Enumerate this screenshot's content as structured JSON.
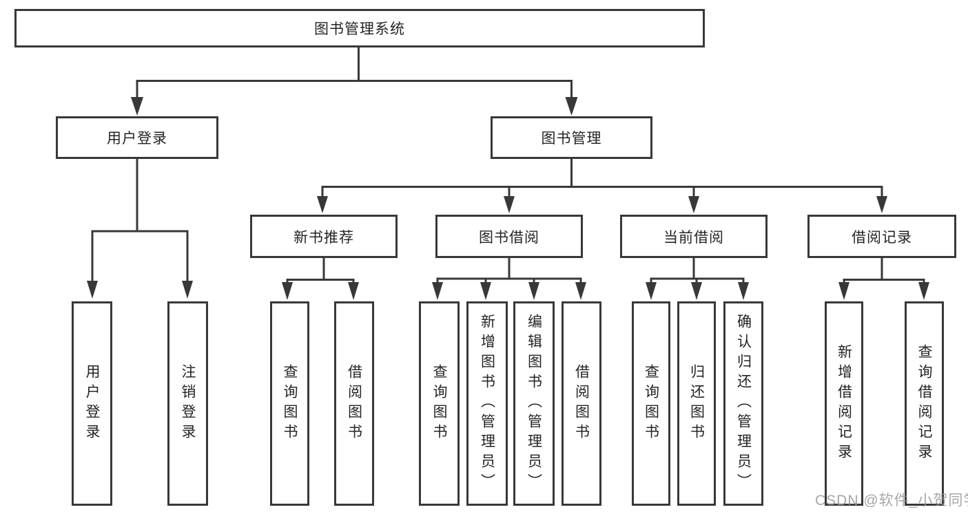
{
  "title": "图书管理系统",
  "watermark": "CSDN @软件_小贺同学",
  "colors": {
    "line": "#383838",
    "box_border": "#383838",
    "box_bg": "#ffffff",
    "text": "#242424",
    "watermark": "#96969b"
  },
  "nodes": {
    "root": {
      "label": "图书管理系统"
    },
    "user_login": {
      "label": "用户登录"
    },
    "book_mgmt": {
      "label": "图书管理"
    },
    "new_book_rec": {
      "label": "新书推荐"
    },
    "book_borrow": {
      "label": "图书借阅"
    },
    "current_borrow": {
      "label": "当前借阅"
    },
    "borrow_record": {
      "label": "借阅记录"
    },
    "leaf_user_login": {
      "label": "用户登录"
    },
    "leaf_logout": {
      "label": "注销登录"
    },
    "leaf_nbr_search": {
      "label": "查询图书"
    },
    "leaf_nbr_borrow": {
      "label": "借阅图书"
    },
    "leaf_bb_search": {
      "label": "查询图书"
    },
    "leaf_bb_add": {
      "label": "新增图书（管理员）"
    },
    "leaf_bb_edit": {
      "label": "编辑图书（管理员）"
    },
    "leaf_bb_borrow": {
      "label": "借阅图书"
    },
    "leaf_cb_search": {
      "label": "查询图书"
    },
    "leaf_cb_return": {
      "label": "归还图书"
    },
    "leaf_cb_confirm": {
      "label": "确认归还（管理员）"
    },
    "leaf_br_add": {
      "label": "新增借阅记录"
    },
    "leaf_br_search": {
      "label": "查询借阅记录"
    }
  }
}
